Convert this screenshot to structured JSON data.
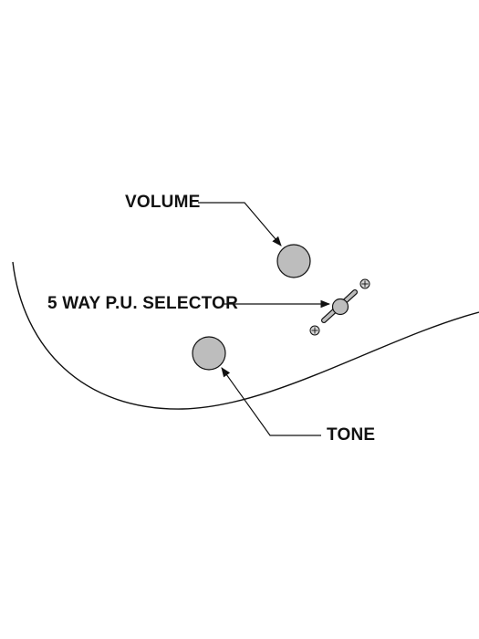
{
  "labels": {
    "volume": "VOLUME",
    "selector": "5 WAY P.U. SELECTOR",
    "tone": "TONE"
  },
  "colors": {
    "background": "#ffffff",
    "line": "#111111",
    "knob_fill": "#bdbdbd",
    "screw_fill": "#d4d4d4"
  },
  "icons": {
    "volume_knob": "knob-circle",
    "tone_knob": "knob-circle",
    "selector_switch": "toggle-lever",
    "mounting_screw": "phillips-screw"
  }
}
